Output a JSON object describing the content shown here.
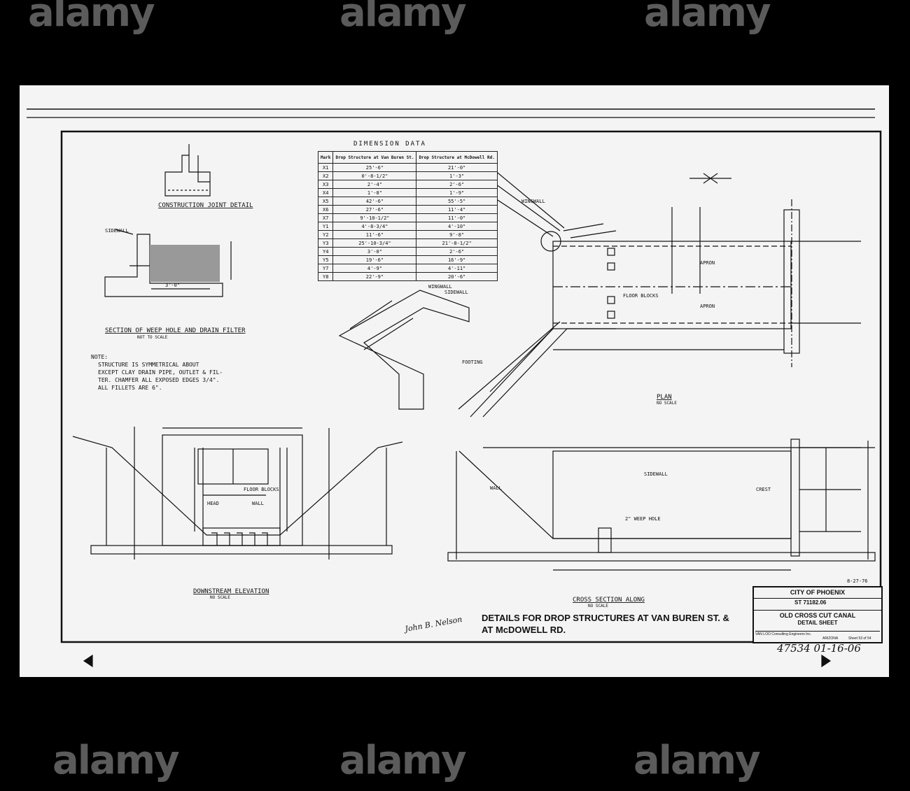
{
  "table": {
    "title": "DIMENSION    DATA",
    "headers": [
      "Mark",
      "Drop Structure at Van Buren St.",
      "Drop Structure at McDowell Rd."
    ],
    "rows": [
      [
        "X1",
        "25'-6\"",
        "21'-0\""
      ],
      [
        "X2",
        "0'-8-1/2\"",
        "1'-3\""
      ],
      [
        "X3",
        "2'-4\"",
        "2'-6\""
      ],
      [
        "X4",
        "1'-8\"",
        "1'-9\""
      ],
      [
        "X5",
        "42'-6\"",
        "55'-5\""
      ],
      [
        "X6",
        "27'-6\"",
        "11'-4\""
      ],
      [
        "X7",
        "9'-10-1/2\"",
        "11'-0\""
      ],
      [
        "Y1",
        "4'-8-3/4\"",
        "4'-10\""
      ],
      [
        "Y2",
        "11'-6\"",
        "9'-8\""
      ],
      [
        "Y3",
        "25'-10-3/4\"",
        "21'-8-1/2\""
      ],
      [
        "Y4",
        "3'-0\"",
        "2'-6\""
      ],
      [
        "Y5",
        "19'-6\"",
        "16'-9\""
      ],
      [
        "Y7",
        "4'-9\"",
        "4'-11\""
      ],
      [
        "Y8",
        "22'-9\"",
        "20'-6\""
      ]
    ]
  },
  "labels": {
    "construction_joint": "CONSTRUCTION JOINT DETAIL",
    "weep_hole": "SECTION OF WEEP HOLE AND DRAIN FILTER",
    "not_to_scale": "NOT TO SCALE",
    "plan": "PLAN",
    "no_scale": "NO SCALE",
    "downstream": "DOWNSTREAM ELEVATION",
    "cross_section": "CROSS SECTION ALONG",
    "sidewall": "SIDEWALL",
    "wingwall": "WINGWALL",
    "apron": "APRON",
    "head": "HEAD",
    "wall": "WALL",
    "floor_blocks": "FLOOR BLOCKS",
    "crest": "CREST",
    "footing": "FOOTING",
    "weep": "2\" WEEP HOLE",
    "dim_3_0": "3'-0\"",
    "date": "8-27-76"
  },
  "note": {
    "heading": "NOTE:",
    "lines": [
      "STRUCTURE IS SYMMETRICAL ABOUT",
      "EXCEPT CLAY DRAIN PIPE, OUTLET & FIL-",
      "TER. CHAMFER ALL EXPOSED EDGES 3/4\".",
      "ALL FILLETS ARE 6\"."
    ]
  },
  "title_block": {
    "city": "CITY OF PHOENIX",
    "number": "ST 71182.06",
    "project": "OLD CROSS CUT CANAL",
    "sheet": "DETAIL SHEET",
    "firm": "VAN LOO Consulting Engineers Inc.",
    "state": "ARIZONA",
    "sheet_no": "Sheet 53 of 54"
  },
  "main_title": {
    "line1": "DETAILS FOR DROP STRUCTURES AT VAN BUREN ST. &",
    "line2": "AT McDOWELL RD."
  },
  "handwritten": {
    "signature": "John B. Nelson",
    "catalog": "47534 01-16-06"
  },
  "watermarks": [
    "alamy",
    "alamy",
    "alamy",
    "alamy",
    "alamy",
    "alamy"
  ]
}
